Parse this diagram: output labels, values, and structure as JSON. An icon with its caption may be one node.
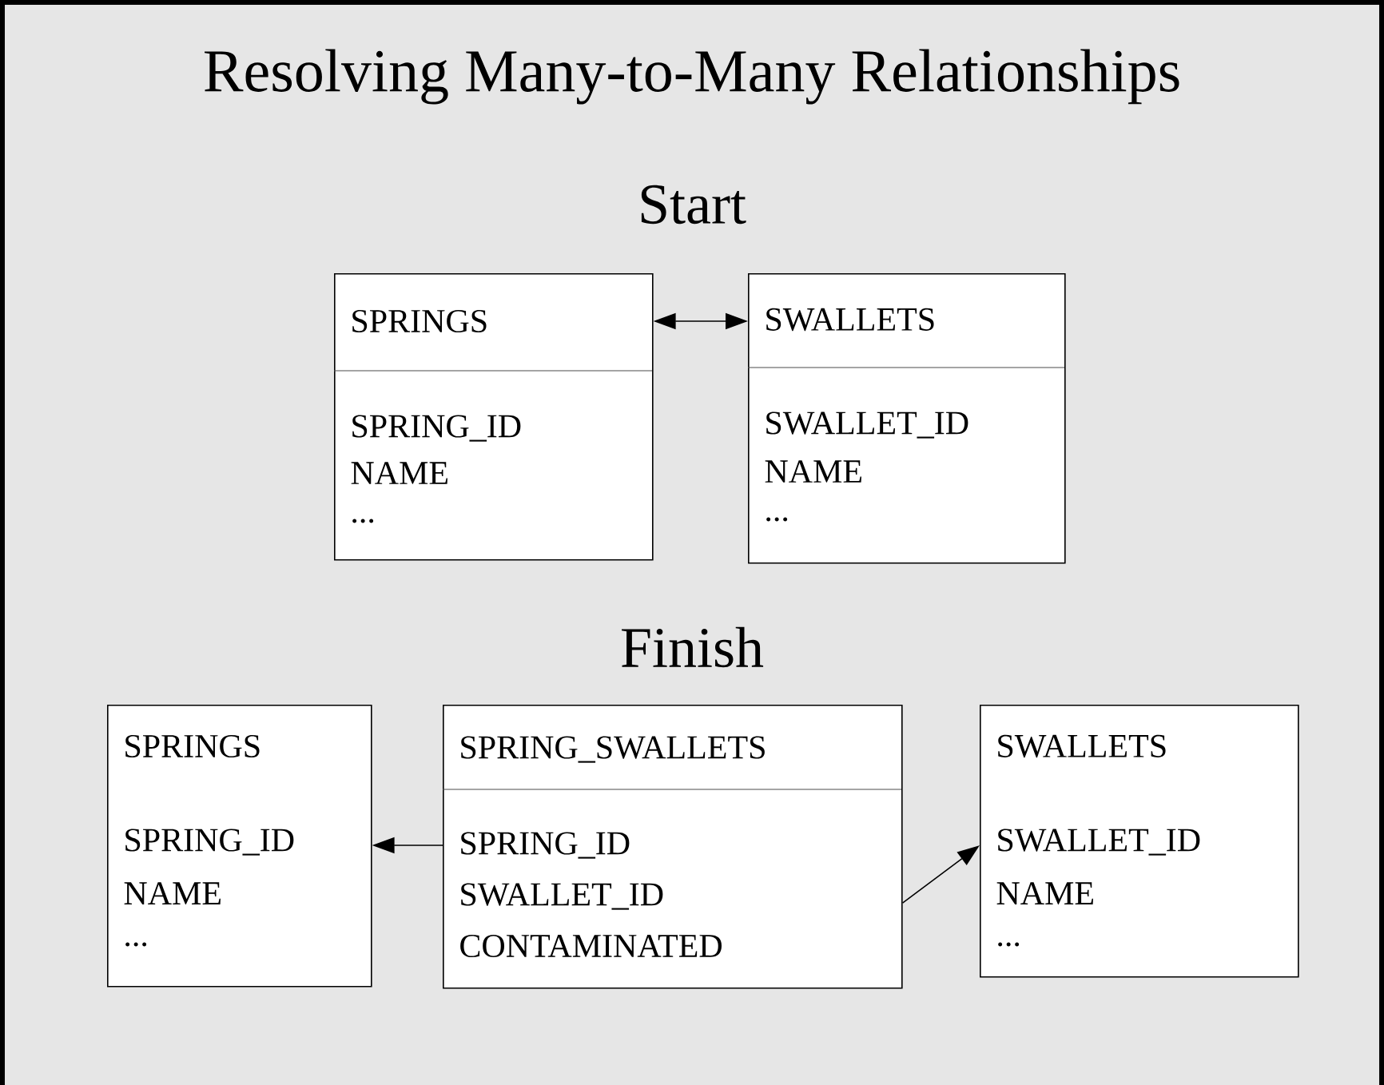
{
  "diagram": {
    "title": "Resolving Many-to-Many Relationships",
    "nodes": [
      {
        "text": [
          "SPRINGS",
          "SPRING_ID",
          "NAME",
          "..."
        ]
      },
      {
        "text": [
          "SWALLETS",
          "SWALLET_ID",
          "NAME",
          "..."
        ]
      },
      {
        "text": [
          "SPRINGS",
          "SPRING_ID",
          "NAME",
          "..."
        ]
      },
      {
        "text": [
          "SPRING_SWALLETS",
          "SPRING_ID",
          "SWALLET_ID",
          "CONTAMINATED"
        ]
      },
      {
        "text": [
          "SWALLETS",
          "SWALLET_ID",
          "NAME",
          "..."
        ]
      }
    ],
    "edges": [
      {
        "from": 0,
        "to": 1,
        "arrow": "both"
      },
      {
        "from": 3,
        "to": 2,
        "arrow": "to"
      },
      {
        "from": 3,
        "to": 4,
        "arrow": "to"
      }
    ],
    "labels": [
      "Start",
      "Finish"
    ]
  }
}
